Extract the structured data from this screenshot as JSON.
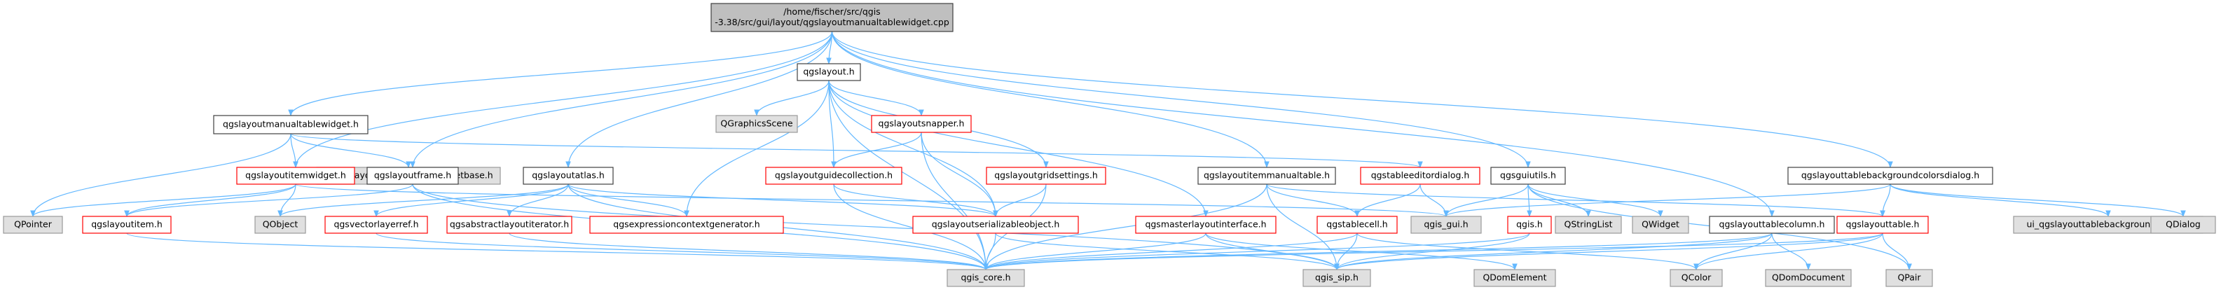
{
  "colors": {
    "root_fill": "#bfbfbf",
    "root_stroke": "#404040",
    "doc_fill": "#ffffff",
    "doc_stroke": "#404040",
    "incomplete_fill": "#ffffff",
    "incomplete_stroke": "#ff0000",
    "external_fill": "#e0e0e0",
    "external_stroke": "#999999",
    "edge": "#63b8ff"
  },
  "nodes": [
    {
      "id": "root",
      "kind": "root",
      "lines": [
        "/home/fischer/src/qgis",
        "-3.38/src/gui/layout/qgslayoutmanualtablewidget.cpp"
      ]
    },
    {
      "id": "manualtablewidget_h",
      "kind": "doc",
      "lines": [
        "qgslayoutmanualtablewidget.h"
      ]
    },
    {
      "id": "layout_h",
      "kind": "doc",
      "lines": [
        "qgslayout.h"
      ]
    },
    {
      "id": "ui_manual",
      "kind": "external",
      "lines": [
        "ui_qgslayoutmanualtablewidgetbase.h"
      ]
    },
    {
      "id": "itemwidget_h",
      "kind": "incomplete",
      "lines": [
        "qgslayoutitemwidget.h"
      ]
    },
    {
      "id": "frame_h",
      "kind": "doc",
      "lines": [
        "qgslayoutframe.h"
      ]
    },
    {
      "id": "atlas_h",
      "kind": "doc",
      "lines": [
        "qgslayoutatlas.h"
      ]
    },
    {
      "id": "graphicsscene",
      "kind": "external",
      "lines": [
        "QGraphicsScene"
      ]
    },
    {
      "id": "snapper_h",
      "kind": "incomplete",
      "lines": [
        "qgslayoutsnapper.h"
      ]
    },
    {
      "id": "guidecollection_h",
      "kind": "incomplete",
      "lines": [
        "qgslayoutguidecollection.h"
      ]
    },
    {
      "id": "gridsettings_h",
      "kind": "incomplete",
      "lines": [
        "qgslayoutgridsettings.h"
      ]
    },
    {
      "id": "itemmanualtable_h",
      "kind": "doc",
      "lines": [
        "qgslayoutitemmanualtable.h"
      ]
    },
    {
      "id": "tableeditordialog_h",
      "kind": "incomplete",
      "lines": [
        "qgstableeditordialog.h"
      ]
    },
    {
      "id": "guiutils_h",
      "kind": "doc",
      "lines": [
        "qgsguiutils.h"
      ]
    },
    {
      "id": "bgcolorsdialog_h",
      "kind": "doc",
      "lines": [
        "qgslayouttablebackgroundcolorsdialog.h"
      ]
    },
    {
      "id": "qpointer",
      "kind": "external",
      "lines": [
        "QPointer"
      ]
    },
    {
      "id": "layoutitem_h",
      "kind": "incomplete",
      "lines": [
        "qgslayoutitem.h"
      ]
    },
    {
      "id": "qobject",
      "kind": "external",
      "lines": [
        "QObject"
      ]
    },
    {
      "id": "vectorlayerref_h",
      "kind": "incomplete",
      "lines": [
        "qgsvectorlayerref.h"
      ]
    },
    {
      "id": "abstractiterator_h",
      "kind": "incomplete",
      "lines": [
        "qgsabstractlayoutiterator.h"
      ]
    },
    {
      "id": "exprcontextgen_h",
      "kind": "incomplete",
      "lines": [
        "qgsexpressioncontextgenerator.h"
      ]
    },
    {
      "id": "serializable_h",
      "kind": "incomplete",
      "lines": [
        "qgslayoutserializableobject.h"
      ]
    },
    {
      "id": "masterlayout_h",
      "kind": "incomplete",
      "lines": [
        "qgsmasterlayoutinterface.h"
      ]
    },
    {
      "id": "tablecell_h",
      "kind": "incomplete",
      "lines": [
        "qgstablecell.h"
      ]
    },
    {
      "id": "qgis_gui",
      "kind": "external",
      "lines": [
        "qgis_gui.h"
      ]
    },
    {
      "id": "qgis_h",
      "kind": "incomplete",
      "lines": [
        "qgis.h"
      ]
    },
    {
      "id": "qstringlist",
      "kind": "external",
      "lines": [
        "QStringList"
      ]
    },
    {
      "id": "qwidget",
      "kind": "external",
      "lines": [
        "QWidget"
      ]
    },
    {
      "id": "tablecolumn_h",
      "kind": "doc",
      "lines": [
        "qgslayouttablecolumn.h"
      ]
    },
    {
      "id": "layouttable_h",
      "kind": "incomplete",
      "lines": [
        "qgslayouttable.h"
      ]
    },
    {
      "id": "ui_bgstyles",
      "kind": "external",
      "lines": [
        "ui_qgslayouttablebackgroundstyles.h"
      ]
    },
    {
      "id": "qdialog",
      "kind": "external",
      "lines": [
        "QDialog"
      ]
    },
    {
      "id": "qgis_core",
      "kind": "external",
      "lines": [
        "qgis_core.h"
      ]
    },
    {
      "id": "qgis_sip",
      "kind": "external",
      "lines": [
        "qgis_sip.h"
      ]
    },
    {
      "id": "qdomelement",
      "kind": "external",
      "lines": [
        "QDomElement"
      ]
    },
    {
      "id": "qcolor",
      "kind": "external",
      "lines": [
        "QColor"
      ]
    },
    {
      "id": "qdomdocument",
      "kind": "external",
      "lines": [
        "QDomDocument"
      ]
    },
    {
      "id": "qpair",
      "kind": "external",
      "lines": [
        "QPair"
      ]
    }
  ],
  "edges": [
    [
      "root",
      "manualtablewidget_h"
    ],
    [
      "root",
      "layout_h"
    ],
    [
      "root",
      "itemwidget_h"
    ],
    [
      "root",
      "frame_h"
    ],
    [
      "root",
      "atlas_h"
    ],
    [
      "root",
      "itemmanualtable_h"
    ],
    [
      "root",
      "guiutils_h"
    ],
    [
      "root",
      "bgcolorsdialog_h"
    ],
    [
      "root",
      "tablecolumn_h"
    ],
    [
      "manualtablewidget_h",
      "ui_manual"
    ],
    [
      "manualtablewidget_h",
      "itemwidget_h"
    ],
    [
      "manualtablewidget_h",
      "qpointer"
    ],
    [
      "manualtablewidget_h",
      "tableeditordialog_h"
    ],
    [
      "layout_h",
      "graphicsscene"
    ],
    [
      "layout_h",
      "snapper_h"
    ],
    [
      "layout_h",
      "guidecollection_h"
    ],
    [
      "layout_h",
      "gridsettings_h"
    ],
    [
      "layout_h",
      "exprcontextgen_h"
    ],
    [
      "layout_h",
      "serializable_h"
    ],
    [
      "layout_h",
      "masterlayout_h"
    ],
    [
      "layout_h",
      "qgis_core"
    ],
    [
      "snapper_h",
      "guidecollection_h"
    ],
    [
      "snapper_h",
      "serializable_h"
    ],
    [
      "snapper_h",
      "qgis_core"
    ],
    [
      "guidecollection_h",
      "serializable_h"
    ],
    [
      "guidecollection_h",
      "qgis_core"
    ],
    [
      "gridsettings_h",
      "serializable_h"
    ],
    [
      "gridsettings_h",
      "qgis_core"
    ],
    [
      "itemwidget_h",
      "qpointer"
    ],
    [
      "itemwidget_h",
      "layoutitem_h"
    ],
    [
      "itemwidget_h",
      "qobject"
    ],
    [
      "itemwidget_h",
      "qgis_gui"
    ],
    [
      "frame_h",
      "layoutitem_h"
    ],
    [
      "frame_h",
      "qgis_core"
    ],
    [
      "frame_h",
      "qgis_sip"
    ],
    [
      "atlas_h",
      "qobject"
    ],
    [
      "atlas_h",
      "vectorlayerref_h"
    ],
    [
      "atlas_h",
      "abstractiterator_h"
    ],
    [
      "atlas_h",
      "exprcontextgen_h"
    ],
    [
      "atlas_h",
      "serializable_h"
    ],
    [
      "atlas_h",
      "qgis_core"
    ],
    [
      "layoutitem_h",
      "qgis_core"
    ],
    [
      "vectorlayerref_h",
      "qgis_core"
    ],
    [
      "abstractiterator_h",
      "qgis_core"
    ],
    [
      "serializable_h",
      "qgis_core"
    ],
    [
      "serializable_h",
      "qgis_sip"
    ],
    [
      "masterlayout_h",
      "qgis_core"
    ],
    [
      "masterlayout_h",
      "qgis_sip"
    ],
    [
      "masterlayout_h",
      "qdomelement"
    ],
    [
      "itemmanualtable_h",
      "tablecell_h"
    ],
    [
      "itemmanualtable_h",
      "layouttable_h"
    ],
    [
      "itemmanualtable_h",
      "qgis_core"
    ],
    [
      "itemmanualtable_h",
      "qgis_sip"
    ],
    [
      "tableeditordialog_h",
      "tablecell_h"
    ],
    [
      "tableeditordialog_h",
      "qgis_gui"
    ],
    [
      "tablecell_h",
      "qgis_core"
    ],
    [
      "tablecell_h",
      "qgis_sip"
    ],
    [
      "tablecell_h",
      "qcolor"
    ],
    [
      "guiutils_h",
      "qgis_gui"
    ],
    [
      "guiutils_h",
      "qgis_h"
    ],
    [
      "guiutils_h",
      "qstringlist"
    ],
    [
      "guiutils_h",
      "qwidget"
    ],
    [
      "guiutils_h",
      "qpair"
    ],
    [
      "qgis_h",
      "qgis_core"
    ],
    [
      "qgis_h",
      "qgis_sip"
    ],
    [
      "bgcolorsdialog_h",
      "qgis_gui"
    ],
    [
      "bgcolorsdialog_h",
      "layouttable_h"
    ],
    [
      "bgcolorsdialog_h",
      "ui_bgstyles"
    ],
    [
      "bgcolorsdialog_h",
      "qdialog"
    ],
    [
      "tablecolumn_h",
      "qgis_core"
    ],
    [
      "tablecolumn_h",
      "qgis_sip"
    ],
    [
      "tablecolumn_h",
      "qcolor"
    ],
    [
      "tablecolumn_h",
      "qdomdocument"
    ],
    [
      "layouttable_h",
      "qgis_core"
    ],
    [
      "layouttable_h",
      "qgis_sip"
    ],
    [
      "layouttable_h",
      "qcolor"
    ],
    [
      "layouttable_h",
      "qpair"
    ]
  ]
}
